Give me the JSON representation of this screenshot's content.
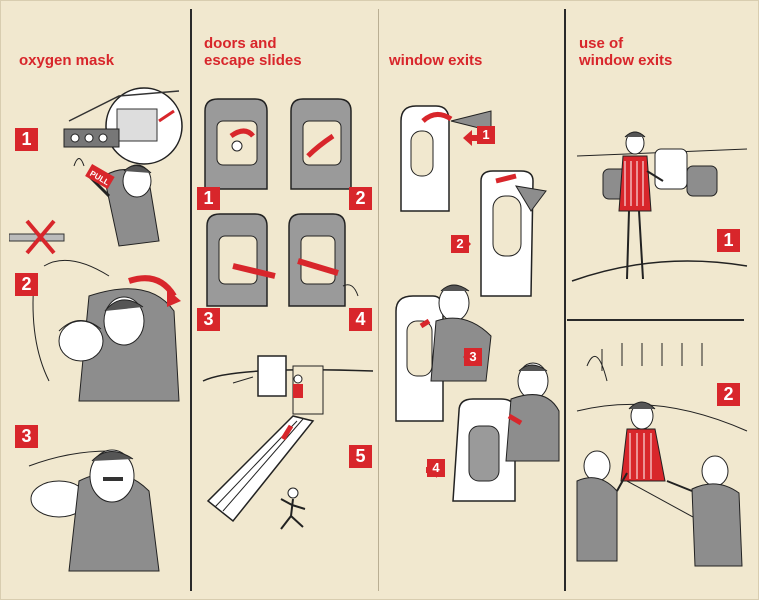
{
  "sections": [
    {
      "title": "oxygen mask",
      "steps": [
        "1",
        "2",
        "3"
      ],
      "tag": "PULL"
    },
    {
      "title": "doors and\nescape slides",
      "steps": [
        "1",
        "2",
        "3",
        "4",
        "5"
      ]
    },
    {
      "title": "window exits",
      "steps": [
        "1",
        "2",
        "3",
        "4"
      ]
    },
    {
      "title": "use of\nwindow exits",
      "steps": [
        "1",
        "2"
      ]
    }
  ],
  "colors": {
    "accent": "#d8262b",
    "paper": "#f1e8cf",
    "ink": "#2a2a2a",
    "shade": "#8d8d8d"
  }
}
